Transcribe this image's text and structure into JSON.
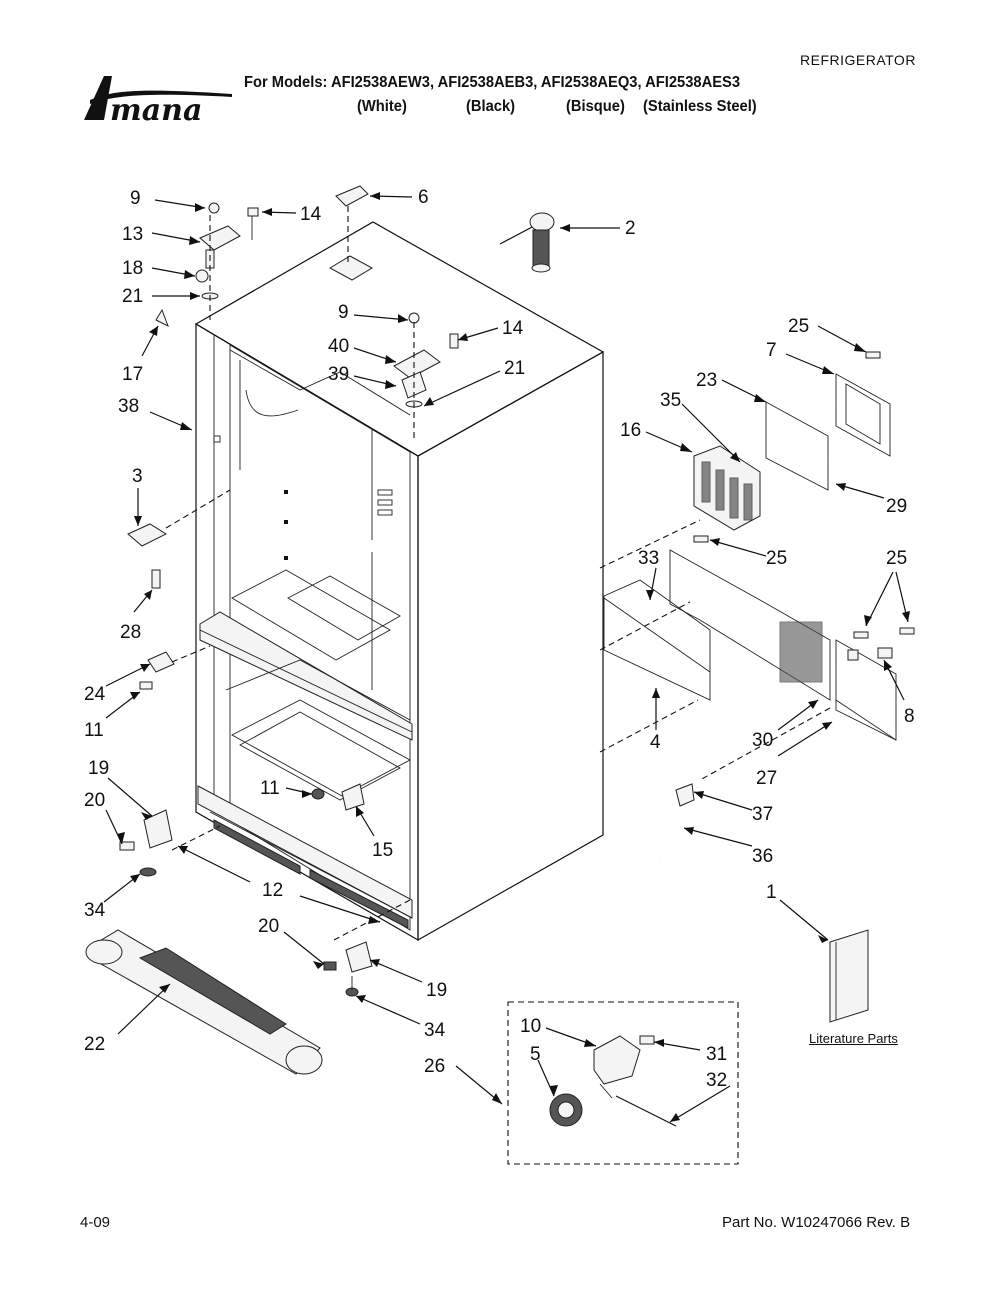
{
  "header": {
    "category": "REFRIGERATOR",
    "brand": "Amana",
    "models_line": "For Models: AFI2538AEW3, AFI2538AEB3, AFI2538AEQ3, AFI2538AES3",
    "colors": [
      "(White)",
      "(Black)",
      "(Bisque)",
      "(Stainless Steel)"
    ]
  },
  "footer": {
    "date": "4-09",
    "part_number": "Part No. W10247066 Rev. B"
  },
  "literature_label": "Literature Parts",
  "callouts": [
    "9",
    "14",
    "6",
    "2",
    "13",
    "18",
    "21",
    "17",
    "38",
    "9",
    "14",
    "40",
    "39",
    "21",
    "25",
    "7",
    "23",
    "35",
    "16",
    "29",
    "3",
    "28",
    "25",
    "33",
    "25",
    "24",
    "11",
    "8",
    "4",
    "30",
    "27",
    "19",
    "20",
    "11",
    "15",
    "37",
    "36",
    "34",
    "12",
    "1",
    "20",
    "19",
    "22",
    "34",
    "10",
    "31",
    "5",
    "32",
    "26"
  ]
}
